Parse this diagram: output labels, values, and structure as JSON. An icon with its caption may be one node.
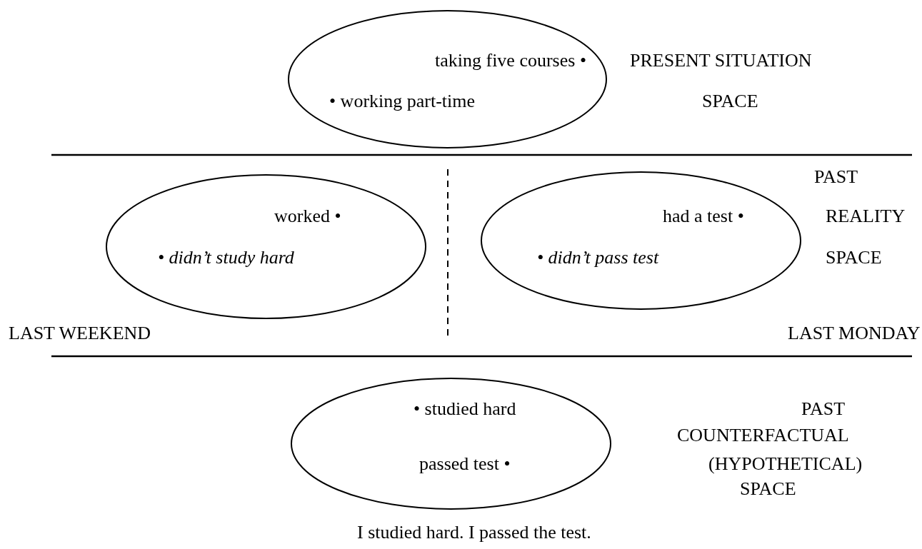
{
  "diagram": {
    "caption": "I studied hard. I passed the test.",
    "nodes": [
      {
        "text": [
          "taking five courses •",
          "• working part-time"
        ]
      },
      {
        "text": [
          "worked •",
          "• didn’t study hard"
        ]
      },
      {
        "text": [
          "had a test •",
          "• didn’t pass test"
        ]
      },
      {
        "text": [
          "• studied hard",
          "passed test •"
        ]
      }
    ],
    "labels": [
      "PRESENT SITUATION",
      "SPACE",
      "PAST",
      "REALITY",
      "SPACE",
      "LAST WEEKEND",
      "LAST MONDAY",
      "PAST",
      "COUNTERFACTUAL",
      "(HYPOTHETICAL)",
      "SPACE"
    ]
  }
}
